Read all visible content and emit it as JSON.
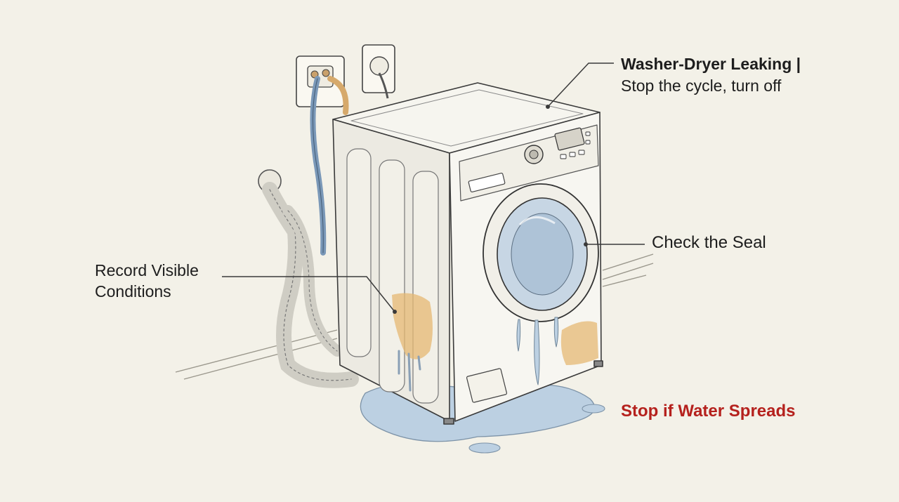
{
  "colors": {
    "background": "#f3f1e8",
    "ink": "#1d1d1d",
    "line": "#3a3a3a",
    "warning": "#b5211d",
    "stain": "#e6b873",
    "water": "#b9cde0",
    "hose_blue": "#7a98b8",
    "hose_tan": "#d6a96b"
  },
  "annotations": {
    "title_bold": "Washer-Dryer Leaking |",
    "title_sub": "Stop the cycle, turn off",
    "check_seal": "Check the Seal",
    "record_line1": "Record Visible",
    "record_line2": "Conditions",
    "stop_warning": "Stop if Water Spreads"
  },
  "icons": [
    "washer-dryer-illustration",
    "wall-outlet-icon",
    "water-valve-icon",
    "drain-hose-icon",
    "water-puddle-icon",
    "door-seal-icon"
  ]
}
